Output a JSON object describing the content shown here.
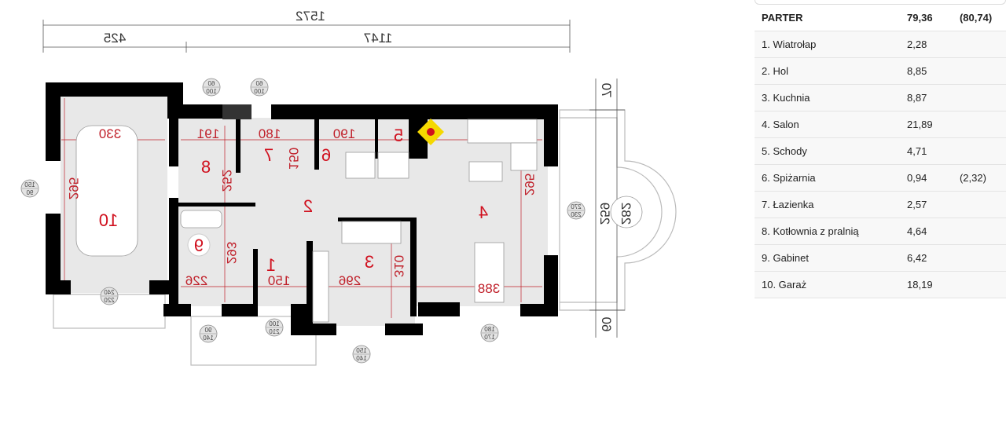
{
  "plan": {
    "dimensions": {
      "total_width": "1572",
      "left_part": "425",
      "right_part": "1147",
      "garage_w": "330",
      "garage_h": "295",
      "boiler_w": "191",
      "bath_w": "180",
      "pantry_w": "190",
      "bath_h": "150",
      "hall_h": "252",
      "study_h": "293",
      "study_w": "226",
      "vest_w": "150",
      "kitchen_w": "296",
      "kitchen_h": "310",
      "salon_w": "388",
      "salon_h": "295",
      "terrace_h": "259",
      "terrace_r": "282",
      "terrace_top": "70",
      "terrace_bottom": "60"
    },
    "rooms": [
      "1",
      "2",
      "3",
      "4",
      "5",
      "6",
      "7",
      "8",
      "9",
      "10"
    ],
    "openings": [
      {
        "top": "60",
        "bottom": "100"
      },
      {
        "top": "60",
        "bottom": "100"
      },
      {
        "top": "150",
        "bottom": "90"
      },
      {
        "top": "240",
        "bottom": "220"
      },
      {
        "top": "90",
        "bottom": "140"
      },
      {
        "top": "100",
        "bottom": "210"
      },
      {
        "top": "150",
        "bottom": "140"
      },
      {
        "top": "180",
        "bottom": "170"
      },
      {
        "top": "270",
        "bottom": "230"
      }
    ],
    "colors": {
      "wall": "#000000",
      "floor": "#e8e8e8",
      "dimension": "#c0202a",
      "fireplace": "#f5d800"
    }
  },
  "table": {
    "header": {
      "name": "PARTER",
      "area": "79,36",
      "area2": "(80,74)"
    },
    "rows": [
      {
        "name": "1. Wiatrołap",
        "area": "2,28",
        "area2": ""
      },
      {
        "name": "2. Hol",
        "area": "8,85",
        "area2": ""
      },
      {
        "name": "3. Kuchnia",
        "area": "8,87",
        "area2": ""
      },
      {
        "name": "4. Salon",
        "area": "21,89",
        "area2": ""
      },
      {
        "name": "5. Schody",
        "area": "4,71",
        "area2": ""
      },
      {
        "name": "6. Spiżarnia",
        "area": "0,94",
        "area2": "(2,32)"
      },
      {
        "name": "7. Łazienka",
        "area": "2,57",
        "area2": ""
      },
      {
        "name": "8. Kotłownia z pralnią",
        "area": "4,64",
        "area2": ""
      },
      {
        "name": "9. Gabinet",
        "area": "6,42",
        "area2": ""
      },
      {
        "name": "10. Garaż",
        "area": "18,19",
        "area2": ""
      }
    ]
  }
}
